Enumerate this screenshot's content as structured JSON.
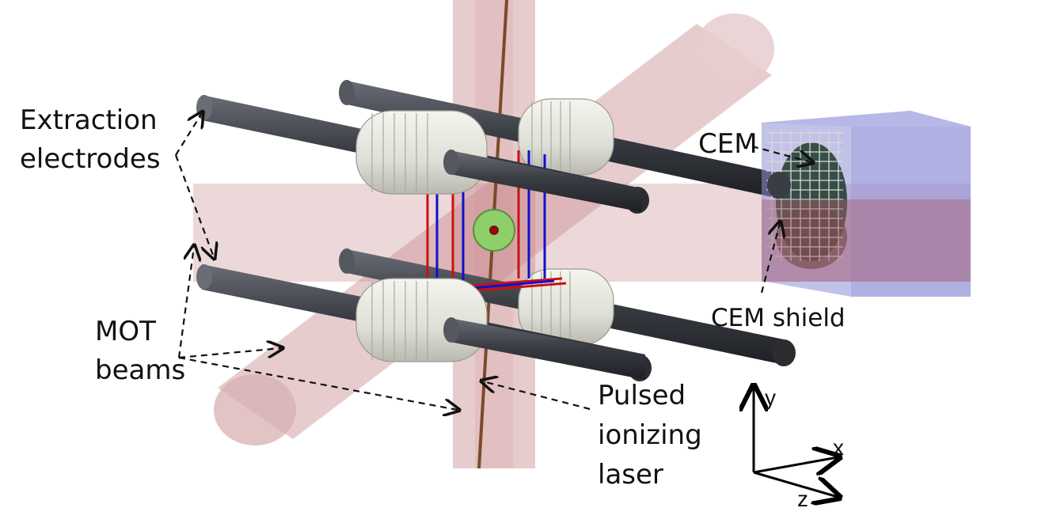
{
  "labels": {
    "extraction_electrodes": [
      "Extraction",
      "electrodes"
    ],
    "cem": "CEM",
    "cem_shield": "CEM shield",
    "mot_beams": [
      "MOT",
      "beams"
    ],
    "pulsed_ionizing_laser": [
      "Pulsed",
      "ionizing",
      "laser"
    ]
  },
  "axes": {
    "x": "x",
    "y": "y",
    "z": "z"
  },
  "colors": {
    "beam": "#c98f92",
    "rod": "#3c3f47",
    "ring": "#e4e4dc",
    "shield": "#8f8fd6",
    "wire_red": "#cc1010",
    "wire_blue": "#1010cc",
    "laser_line": "#7a4a2a",
    "mot_sphere": "#8fcf6a"
  }
}
